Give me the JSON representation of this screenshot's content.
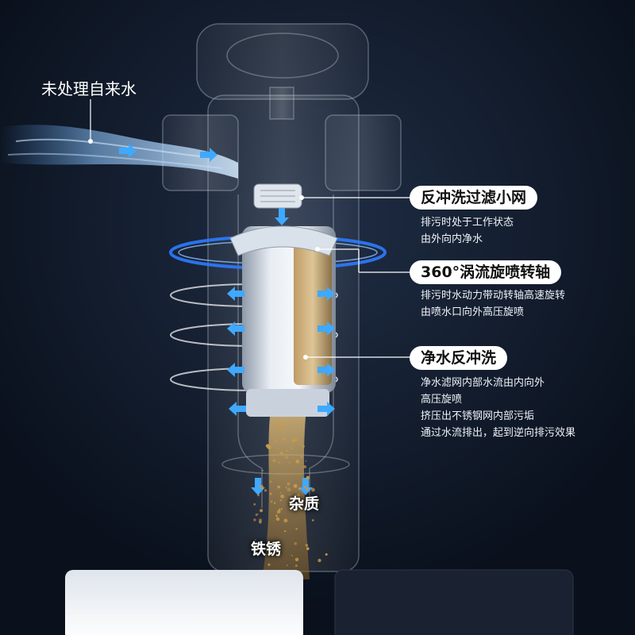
{
  "labels": {
    "untreated_water": "未处理自来水",
    "impurity": "杂质",
    "rust": "铁锈"
  },
  "callouts": [
    {
      "title": "反冲洗过滤小网",
      "lines": [
        "排污时处于工作状态",
        "由外向内净水"
      ]
    },
    {
      "title": "360°涡流旋喷转轴",
      "lines": [
        "排污时水动力带动转轴高速旋转",
        "由喷水口向外高压旋喷"
      ]
    },
    {
      "title": "净水反冲洗",
      "lines": [
        "净水滤网内部水流由内向外",
        "高压旋喷",
        "挤压出不锈钢网内部污垢",
        "通过水流排出，起到逆向排污效果"
      ]
    }
  ],
  "colors": {
    "background": "#0d1524",
    "arrow": "#3fa9ff",
    "ring_glow": "#2e7bff",
    "sediment": "#c79a4a"
  },
  "icons": [
    "flow-arrow-icon",
    "sediment-particles-icon"
  ]
}
